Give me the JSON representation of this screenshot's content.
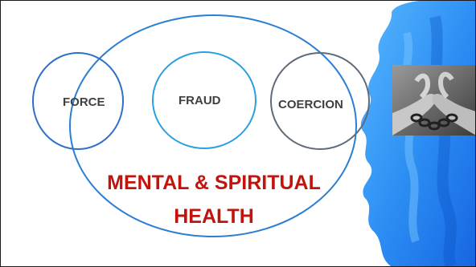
{
  "diagram": {
    "circles": [
      {
        "label": "FORCE",
        "color": "#2f6fc4"
      },
      {
        "label": "FRAUD",
        "color": "#2a9fe0"
      },
      {
        "label": "COERCION",
        "color": "#5d6b7a"
      }
    ],
    "center_title_line1": "MENTAL & SPIRITUAL",
    "center_title_line2": "HEALTH",
    "title_color": "#c0140c",
    "outer_ellipse_color": "#2a7fd4"
  },
  "decoration": {
    "paint_color": "#2a8ff0",
    "photo_subject": "chained-hands-photo"
  }
}
